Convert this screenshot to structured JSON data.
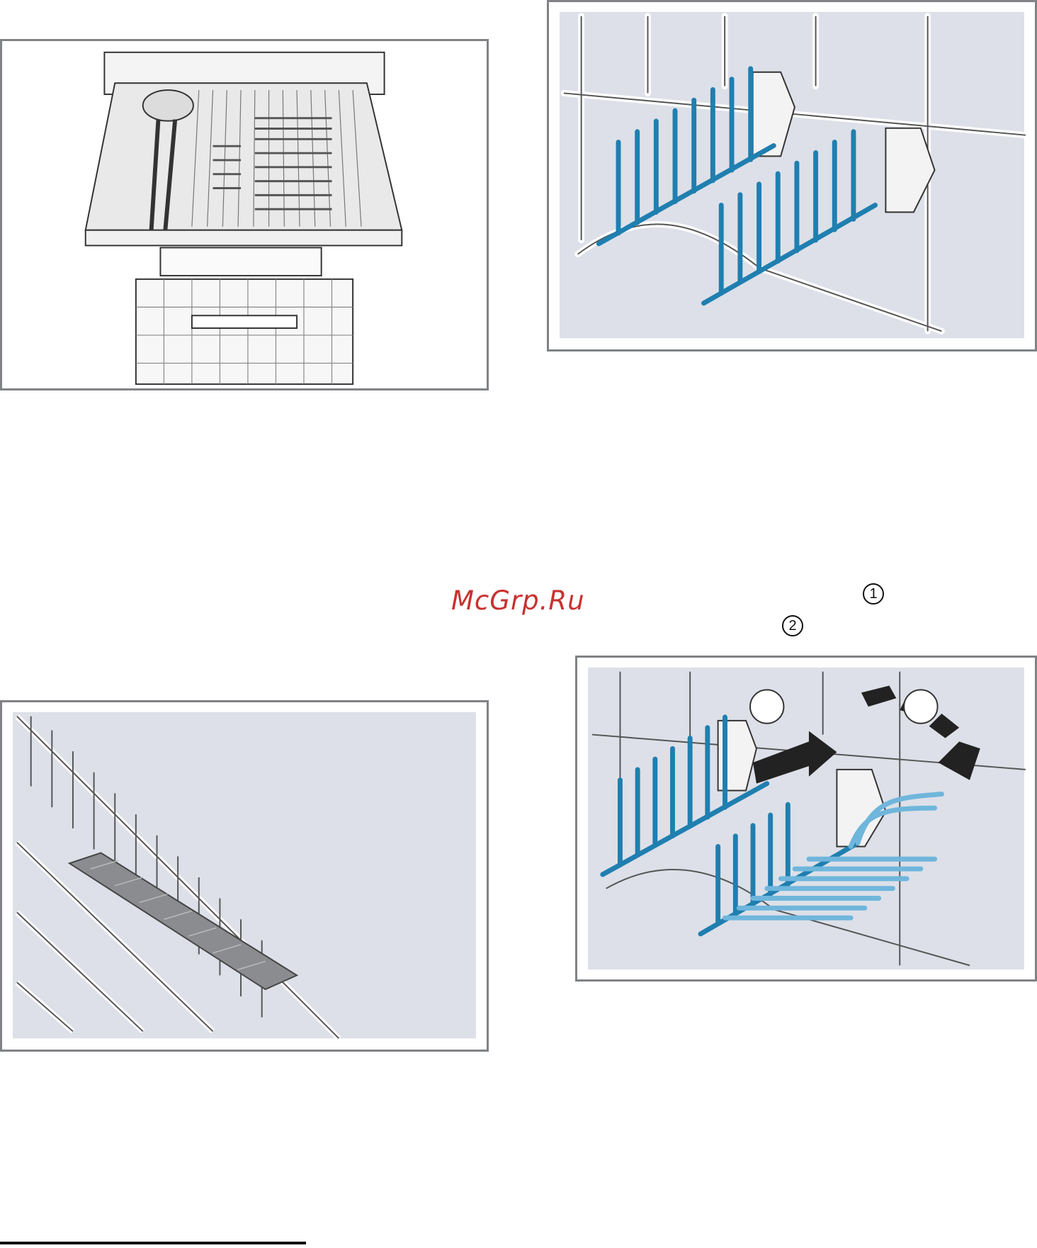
{
  "watermark": {
    "text": "McGrp.Ru"
  },
  "step_markers": [
    {
      "label": "1"
    },
    {
      "label": "2"
    }
  ],
  "colors": {
    "frame_border": "#808285",
    "panel_fill": "#dde0e8",
    "rack_blue": "#1f7fb0",
    "rack_light_blue": "#6fb6dc",
    "watermark": "#c8312f"
  },
  "figures": [
    {
      "id": "cutlery-drawer-figure"
    },
    {
      "id": "fold-down-tines-figure"
    },
    {
      "id": "rack-mat-figure"
    },
    {
      "id": "tines-folding-figure"
    }
  ]
}
